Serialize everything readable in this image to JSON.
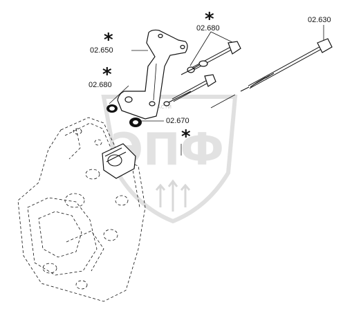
{
  "watermark": {
    "big_text": "ЭПФ",
    "small_text": "ЗАПЧАСТИ"
  },
  "labels": [
    {
      "id": "bolt-long",
      "text": "02.630",
      "star": false
    },
    {
      "id": "bolt-upper",
      "text": "02.680",
      "star": true
    },
    {
      "id": "bracket",
      "text": "02.650",
      "star": true
    },
    {
      "id": "washer-left",
      "text": "02.680",
      "star": true
    },
    {
      "id": "nut",
      "text": "02.670",
      "star": true
    }
  ]
}
